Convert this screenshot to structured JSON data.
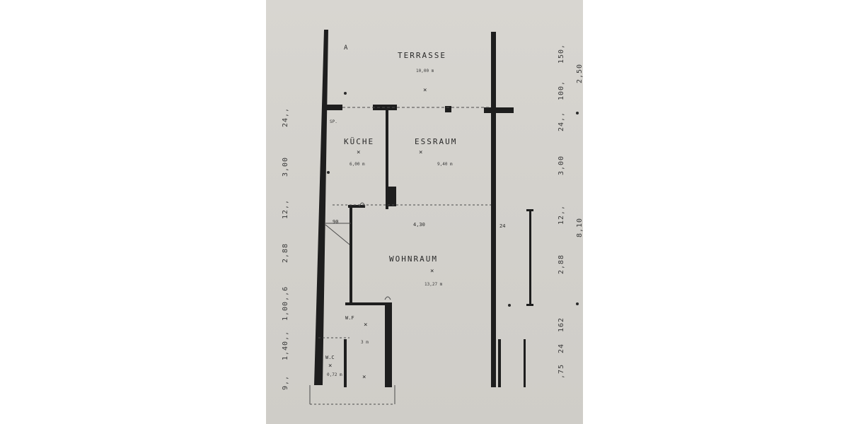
{
  "plan": {
    "rooms": {
      "terrasse": {
        "label": "TERRASSE",
        "area": "10,00 m"
      },
      "kueche": {
        "label": "KÜCHE",
        "area": "6,00 m"
      },
      "essraum": {
        "label": "ESSRAUM",
        "area": "9,40 m"
      },
      "wohnraum": {
        "label": "WOHNRAUM",
        "area": "13,27 m"
      },
      "wf": {
        "label": "W.F",
        "area": "3 m"
      },
      "wc": {
        "label": "W.C",
        "area": "0,72 m"
      }
    },
    "markers": {
      "a": "A",
      "sp": "SP.",
      "w90": "90",
      "w430": "4,30",
      "w24": "24",
      "x": "×"
    },
    "dims_left": [
      "24,,",
      "3,00",
      "12,,",
      "2,88",
      "1,00,,6",
      "1,40,,",
      "9,,"
    ],
    "dims_right1": [
      "150,",
      "100,",
      "24,,",
      "3,00",
      "12,,",
      "2,88",
      "162",
      "24",
      ",75"
    ],
    "dims_right2": [
      "2,50",
      "8,10"
    ]
  }
}
